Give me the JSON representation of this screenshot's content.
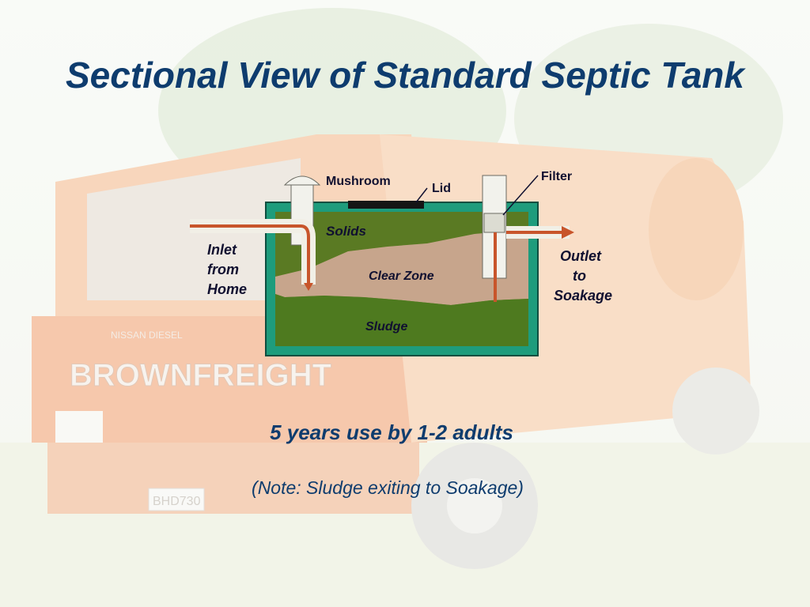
{
  "title": "Sectional View of Standard Septic Tank",
  "diagram": {
    "labels": {
      "mushroom": "Mushroom",
      "lid": "Lid",
      "filter": "Filter",
      "solids": "Solids",
      "clear_zone": "Clear Zone",
      "sludge": "Sludge",
      "inlet": [
        "Inlet",
        "from",
        "Home"
      ],
      "outlet": [
        "Outlet",
        "to",
        "Soakage"
      ]
    },
    "colors": {
      "tank_wall": "#1e9c7c",
      "solids": "#5a7a23",
      "clear_zone": "#c7a58c",
      "sludge": "#4e7a1f",
      "pipe_flow": "#c8552b",
      "label_text": "#101030"
    }
  },
  "background": {
    "truck_text": "BROWNFREIGHT",
    "cab_text": "NISSAN DIESEL",
    "plate": "BHD730"
  },
  "caption": {
    "main": "5 years use by 1-2 adults",
    "note": "(Note: Sludge exiting to Soakage)"
  }
}
